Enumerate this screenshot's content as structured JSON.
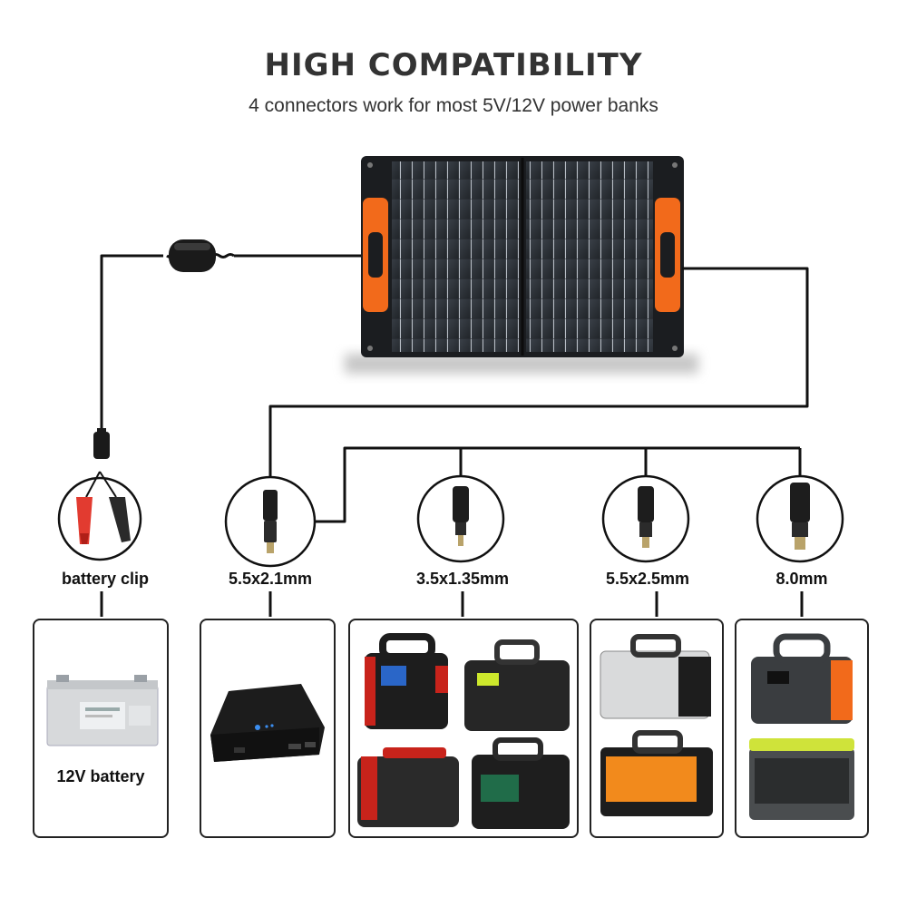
{
  "header": {
    "title": "HIGH COMPATIBILITY",
    "subtitle": "4 connectors work for most 5V/12V power banks"
  },
  "connectors": [
    {
      "label": "battery clip",
      "icon": "battery-clip-icon"
    },
    {
      "label": "5.5x2.1mm",
      "icon": "dc-plug-icon"
    },
    {
      "label": "3.5x1.35mm",
      "icon": "dc-adapter-icon"
    },
    {
      "label": "5.5x2.5mm",
      "icon": "dc-adapter-icon"
    },
    {
      "label": "8.0mm",
      "icon": "dc-adapter-icon"
    }
  ],
  "devices": {
    "battery_label": "12V battery"
  },
  "colors": {
    "panel": "#1b1d20",
    "handle": "#f26a1b",
    "cable": "#111111"
  }
}
